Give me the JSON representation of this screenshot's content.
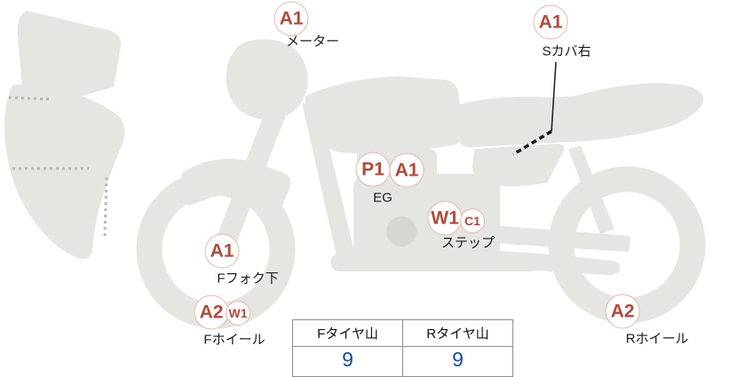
{
  "diagram": {
    "type": "motorcycle-condition-map"
  },
  "markers": {
    "meter": {
      "codes": [
        "A1"
      ],
      "label": "メーター"
    },
    "s_cover_right": {
      "codes": [
        "A1"
      ],
      "label": "Sカバ右"
    },
    "engine": {
      "codes": [
        "P1",
        "A1"
      ],
      "label": "EG"
    },
    "step": {
      "codes": [
        "W1",
        "C1"
      ],
      "label": "ステップ"
    },
    "f_fork_lower": {
      "codes": [
        "A1"
      ],
      "label": "Fフォク下"
    },
    "f_wheel": {
      "codes": [
        "A2",
        "W1"
      ],
      "label": "Fホイール"
    },
    "r_wheel": {
      "codes": [
        "A2"
      ],
      "label": "Rホイール"
    }
  },
  "tire_table": {
    "headers": [
      "Fタイヤ山",
      "Rタイヤ山"
    ],
    "values": [
      "9",
      "9"
    ]
  },
  "colors": {
    "marker_text": "#b04a3c",
    "marker_border": "#e2b6ae",
    "label_text": "#1b1b1b",
    "tire_value_blue": "#1a4a9e",
    "bike_fill": "#e5e5e2",
    "table_border": "#8f8f8f"
  }
}
